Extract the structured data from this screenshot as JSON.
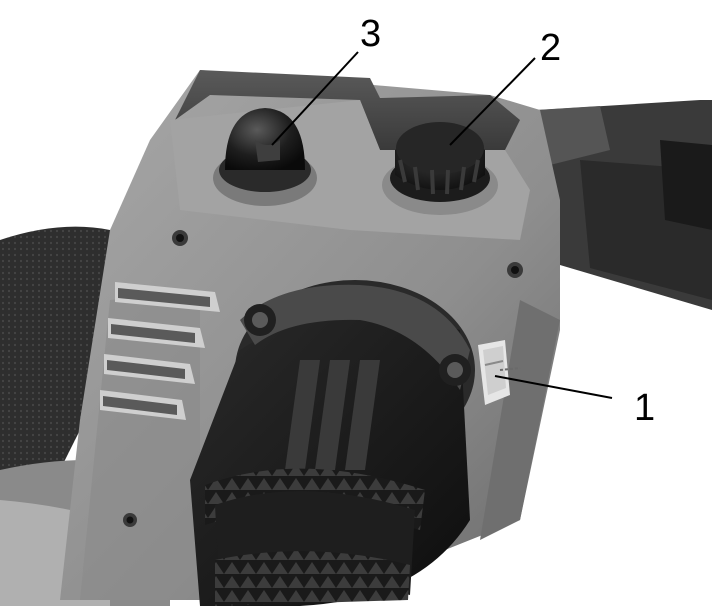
{
  "callouts": [
    {
      "number": "1",
      "part": "slide-switch"
    },
    {
      "number": "2",
      "part": "round-knob"
    },
    {
      "number": "3",
      "part": "dome-cap"
    }
  ],
  "colors": {
    "housing_light": "#9b9b9b",
    "housing_mid": "#7a7a7a",
    "housing_dark": "#4a4a4a",
    "rubber": "#2b2b2b",
    "black": "#141414"
  }
}
